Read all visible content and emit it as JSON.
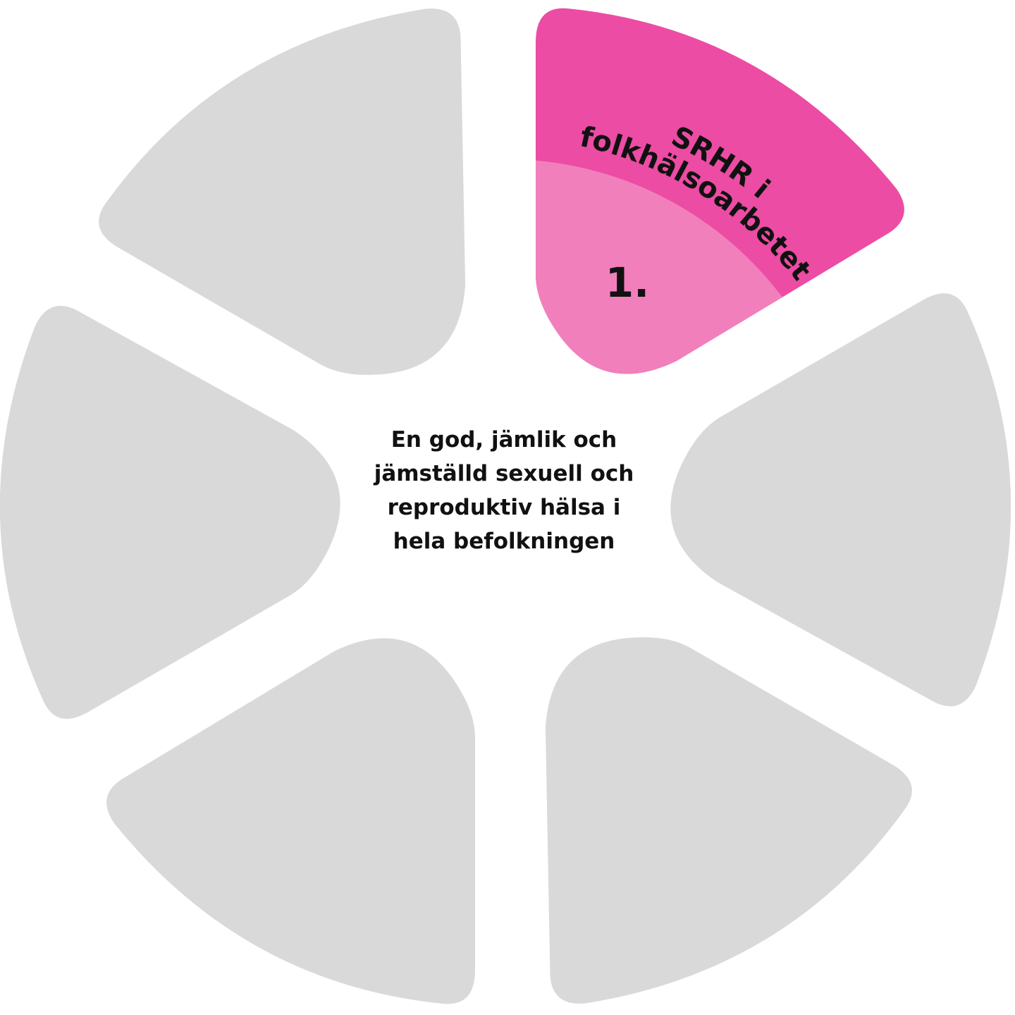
{
  "colors": {
    "background": "#ffffff",
    "inactive_segment": "#d9d9d9",
    "active_outer": "#ec4ca3",
    "active_inner": "#f17fbc",
    "text": "#111111"
  },
  "segments": [
    {
      "number": "1.",
      "label": "SRHR i folkhälsoarbetet",
      "label_lines": [
        "SRHR i",
        "folkhälsoarbetet"
      ],
      "active": true
    },
    {
      "number": "",
      "label": "",
      "active": false
    },
    {
      "number": "",
      "label": "",
      "active": false
    },
    {
      "number": "",
      "label": "",
      "active": false
    },
    {
      "number": "",
      "label": "",
      "active": false
    },
    {
      "number": "",
      "label": "",
      "active": false
    }
  ],
  "center": {
    "lines": [
      "En god, jämlik och",
      "jämställd sexuell och",
      "reproduktiv hälsa i",
      "hela befolkningen"
    ]
  }
}
